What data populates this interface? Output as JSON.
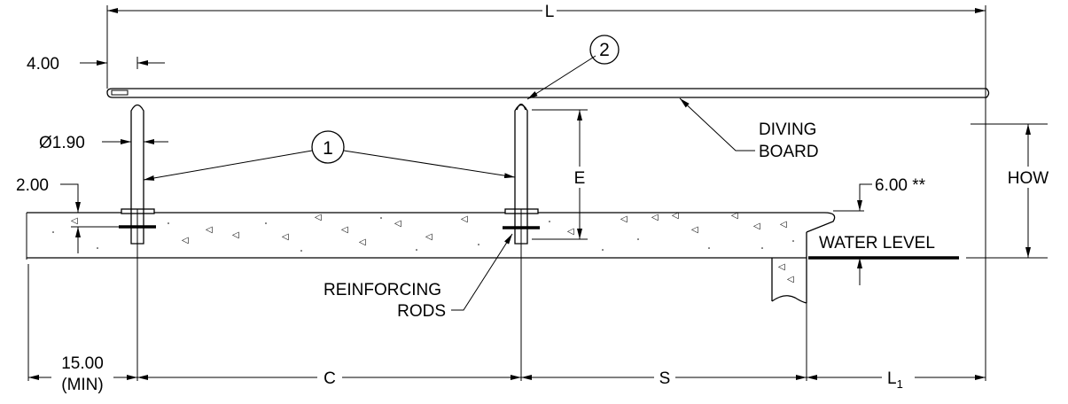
{
  "dimensions": {
    "overall_length": "L",
    "board_edge_offset": "4.00",
    "pipe_diameter": "Ø1.90",
    "deck_offset": "2.00",
    "stand_height": "E",
    "water_offset": "6.00 **",
    "height_over_water": "HOW",
    "setback_line1": "15.00",
    "setback_line2": "(MIN)",
    "stand_spacing": "C",
    "front_stand_to_edge": "S",
    "overhang_main": "L",
    "overhang_subscript": "1"
  },
  "callouts": {
    "bubble_1": "1",
    "bubble_2": "2"
  },
  "labels": {
    "diving_board_line1": "DIVING",
    "diving_board_line2": "BOARD",
    "water_level": "WATER LEVEL",
    "reinforcing_line1": "REINFORCING",
    "reinforcing_line2": "RODS"
  }
}
